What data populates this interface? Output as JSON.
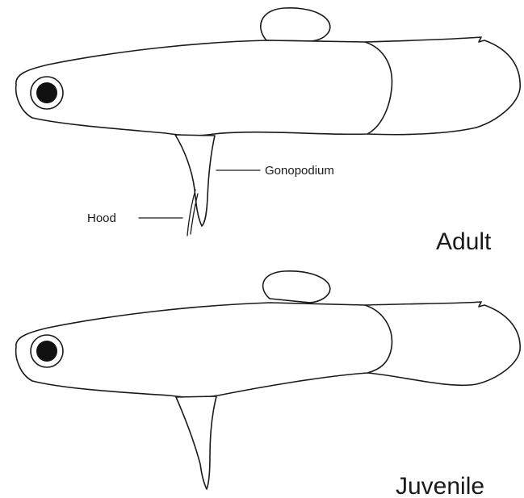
{
  "labels": {
    "gonopodium": "Gonopodium",
    "hood": "Hood",
    "adult": "Adult",
    "juvenile": "Juvenile"
  }
}
